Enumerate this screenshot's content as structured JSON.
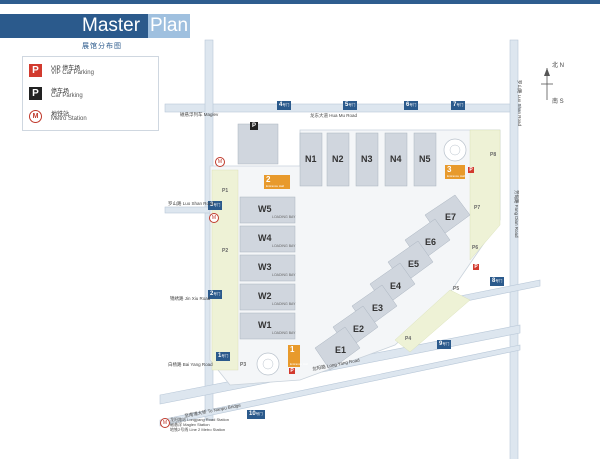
{
  "header": {
    "title_main": "Master",
    "title_accent": "Plan",
    "subtitle": "展馆分布图"
  },
  "legend": {
    "items": [
      {
        "cn": "VIP 停车场",
        "en": "VIP Car Parking",
        "icon": "vip-parking-icon",
        "color": "#d23a2e"
      },
      {
        "cn": "停车场",
        "en": "Car Parking",
        "icon": "parking-icon",
        "color": "#222222"
      },
      {
        "cn": "地铁站",
        "en": "Metro Station",
        "icon": "metro-icon",
        "color": "#c0392b"
      }
    ]
  },
  "compass": {
    "north": "北 N",
    "south": "南 S"
  },
  "halls": {
    "north": [
      "N1",
      "N2",
      "N3",
      "N4",
      "N5"
    ],
    "west": [
      "W5",
      "W4",
      "W3",
      "W2",
      "W1"
    ],
    "east": [
      "E7",
      "E6",
      "E5",
      "E4",
      "E3",
      "E2",
      "E1"
    ]
  },
  "gates": [
    "1",
    "2",
    "3",
    "4",
    "5",
    "6",
    "7",
    "8",
    "9",
    "10"
  ],
  "gate_suffix": "号门",
  "entrances": {
    "south": {
      "num": "1",
      "text": "Entrance Hall"
    },
    "west": {
      "num": "2",
      "text": "Entrance Hall"
    },
    "east": {
      "num": "3",
      "text": "Entrance Hall"
    }
  },
  "loading_bay": "LOADING BAY",
  "parking_labels": [
    "P1",
    "P2",
    "P3",
    "P4",
    "P5",
    "P6",
    "P7",
    "P8"
  ],
  "roads": {
    "north": "龙东大道 Hua Mu Road",
    "west_top": "罗山路 Luo Shan Road",
    "west_mid": "锦绣路 Jin Xiu Road",
    "east": "芳甸路 Fang Dian Road",
    "south": "龙阳路 Long Yang Road",
    "maglev": "磁悬浮列车 Maglev",
    "bridge": "至南浦大桥 To Nanpu Bridge",
    "southwest": "白杨路 Bai Yang Road",
    "upper_right": "罗山路 Luo Shan Road"
  },
  "footnote": {
    "line1": "龙阳路站 Longyang Road Station",
    "line2": "磁悬浮 Maglev Station",
    "line3": "地铁2号线 Line 2 Metro Station"
  }
}
